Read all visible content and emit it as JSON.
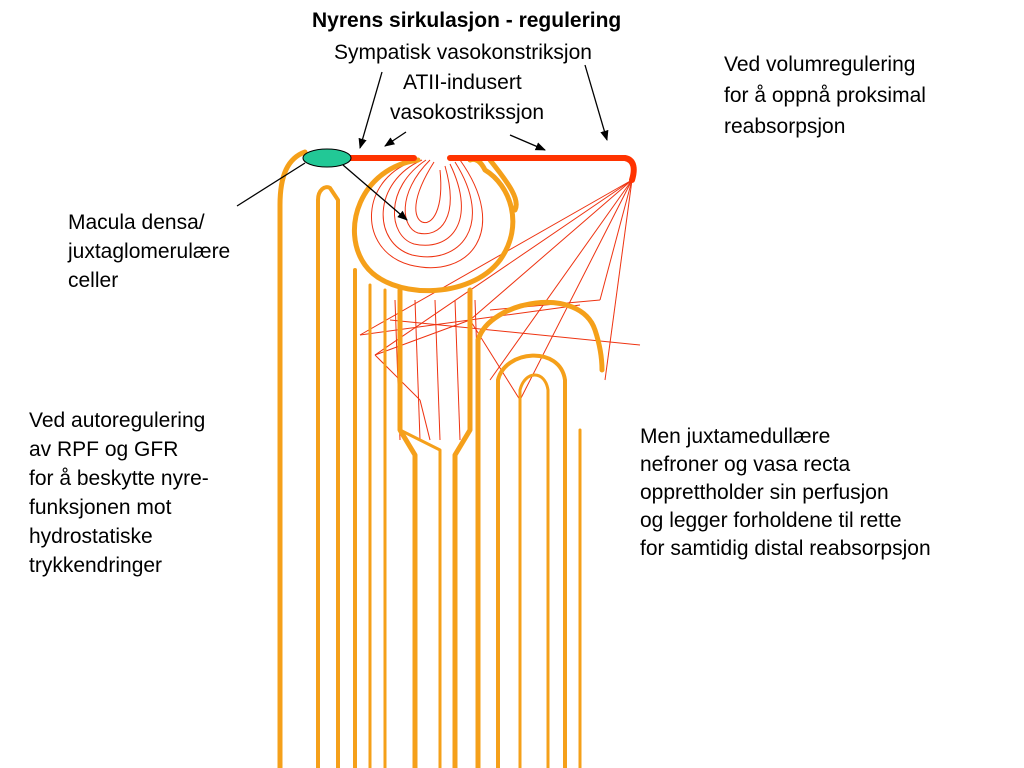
{
  "title": "Nyrens sirkulasjon - regulering",
  "labels": {
    "sympathetic": "Sympatisk vasokonstriksjon",
    "atii": [
      "ATII-indusert",
      "vasokostrikssjon"
    ],
    "volume": [
      "Ved volumregulering",
      "for å oppnå proksimal",
      "reabsorpsjon"
    ],
    "macula": [
      "Macula densa/",
      "juxtaglomerulære",
      "celler"
    ],
    "auto": [
      "Ved autoregulering",
      "av RPF og GFR",
      "for å beskytte nyre-",
      "funksjonen mot",
      "hydrostatiske",
      "trykkendringer"
    ],
    "juxta": [
      "Men juxtamedullære",
      "nefroner og vasa recta",
      "opprettholder sin perfusjon",
      "og legger forholdene til rette",
      "for samtidig distal reabsorpsjon"
    ]
  },
  "colors": {
    "tubule": "#f5a01a",
    "arteriole": "#ff3300",
    "capillary": "#ee3311",
    "macula_fill": "#22c896",
    "arrow": "#000000"
  }
}
